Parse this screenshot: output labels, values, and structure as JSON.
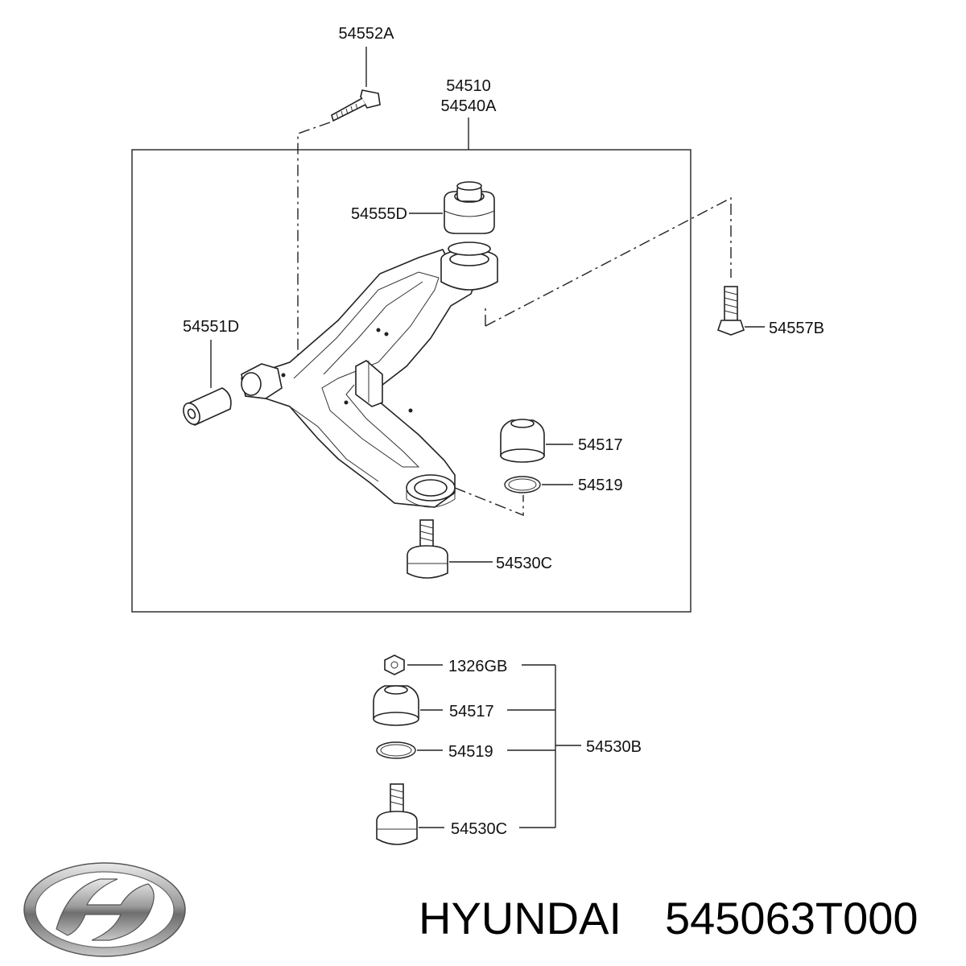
{
  "diagram": {
    "labels": {
      "bolt_top": "54552A",
      "arm_assy": "54510",
      "arm_assy_alt": "54540A",
      "front_bushing": "54555D",
      "rear_bushing": "54551D",
      "rear_bolt": "54557B",
      "dust_cover": "54517",
      "snap_ring": "54519",
      "ball_joint": "54530C"
    },
    "kit_labels": {
      "nut": "1326GB",
      "dust_cover": "54517",
      "snap_ring": "54519",
      "ball_joint": "54530C",
      "kit": "54530B"
    }
  },
  "footer": {
    "brand": "HYUNDAI",
    "part_number": "545063T000",
    "logo_icon": "hyundai-logo-icon"
  }
}
